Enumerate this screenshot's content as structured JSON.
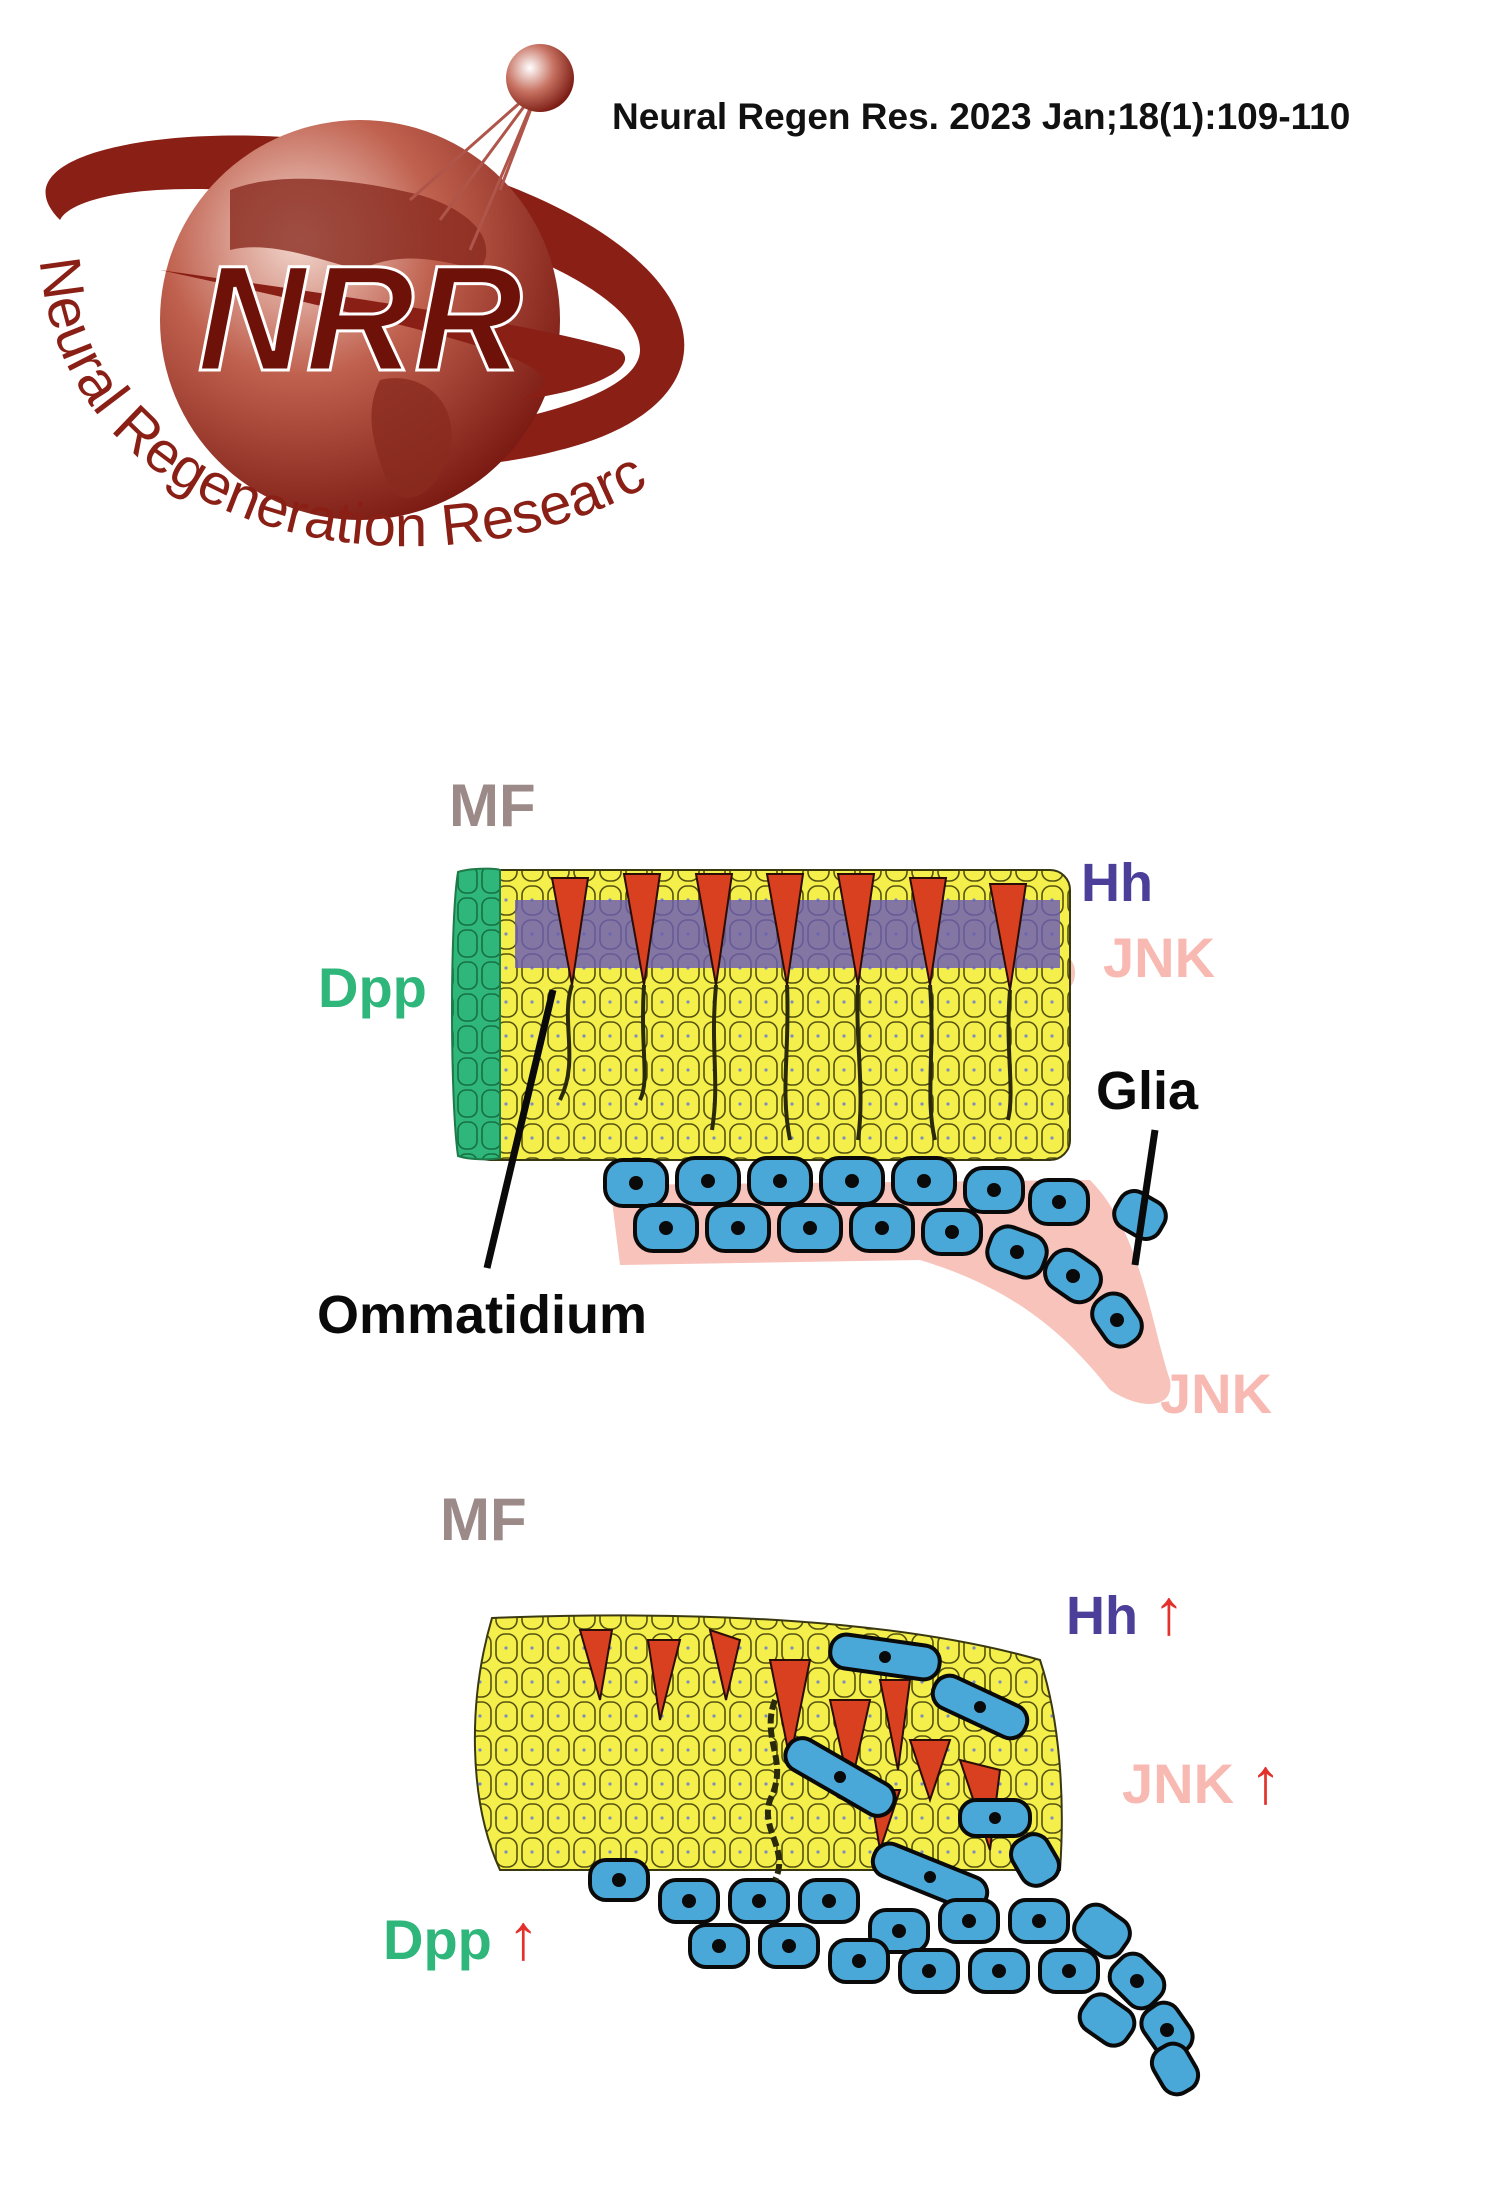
{
  "citation": "Neural Regen Res. 2023 Jan;18(1):109-110",
  "logo": {
    "initials": "NRR",
    "ring_text": "Neural Regeneration Research",
    "color": "#8a1f16"
  },
  "top_panel": {
    "mf": "MF",
    "hh": "Hh",
    "jnk_upper": "JNK",
    "dpp": "Dpp",
    "glia": "Glia",
    "ommatidium": "Ommatidium",
    "jnk_lower": "JNK"
  },
  "bottom_panel": {
    "mf": "MF",
    "hh": "Hh",
    "jnk": "JNK",
    "dpp": "Dpp",
    "up_arrow": "↑"
  },
  "colors": {
    "dpp": "#2fb67b",
    "hh": "#4b3f9a",
    "jnk": "#f7b9b1",
    "mf": "#9b8a88",
    "epithelium": "#f4ef4a",
    "glia": "#4aa8d8",
    "photoreceptor": "#d8401f",
    "arrow": "#e3312b"
  }
}
